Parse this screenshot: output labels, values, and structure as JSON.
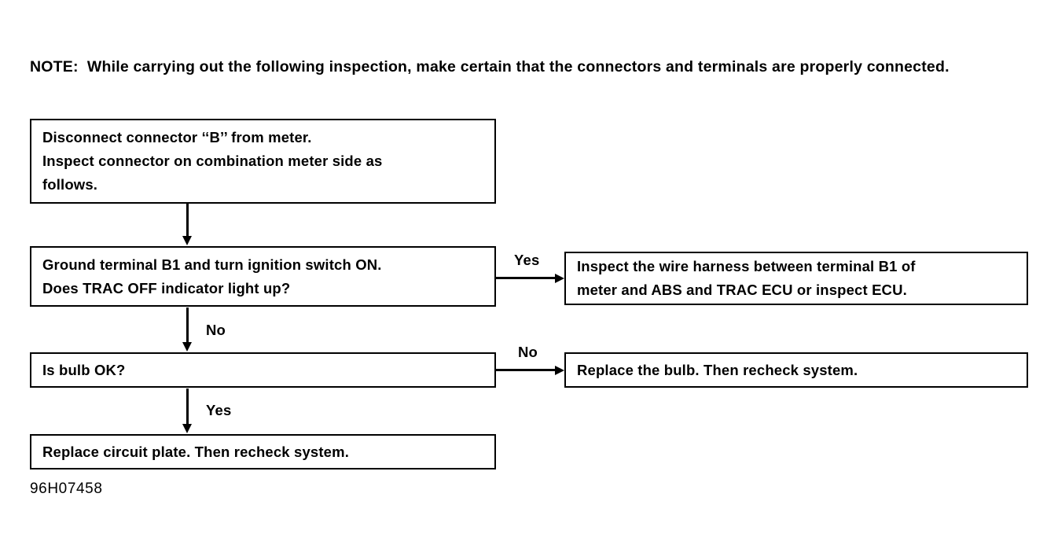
{
  "note": {
    "text": "NOTE:  While carrying out the following inspection, make certain that the connectors and terminals are properly connected."
  },
  "flowchart": {
    "boxes": [
      {
        "id": "disconnect",
        "text": "Disconnect connector ‘‘B’’ from meter.\nInspect connector on combination meter side as\nfollows."
      },
      {
        "id": "ground",
        "text": "Ground terminal B1 and turn ignition switch ON.\nDoes TRAC OFF indicator light up?"
      },
      {
        "id": "bulb",
        "text": "Is bulb OK?"
      },
      {
        "id": "circuit",
        "text": "Replace circuit plate. Then recheck system."
      },
      {
        "id": "harness",
        "text": "Inspect the wire harness between terminal B1 of\nmeter and ABS and TRAC ECU or inspect ECU."
      },
      {
        "id": "replacebulb",
        "text": "Replace the bulb. Then recheck system."
      }
    ],
    "branch_labels": {
      "ground_yes": "Yes",
      "ground_no": "No",
      "bulb_no": "No",
      "bulb_yes": "Yes"
    }
  },
  "caption": {
    "figure_code": "96H07458"
  },
  "colors": {
    "ink": "#000000",
    "paper": "#ffffff"
  }
}
